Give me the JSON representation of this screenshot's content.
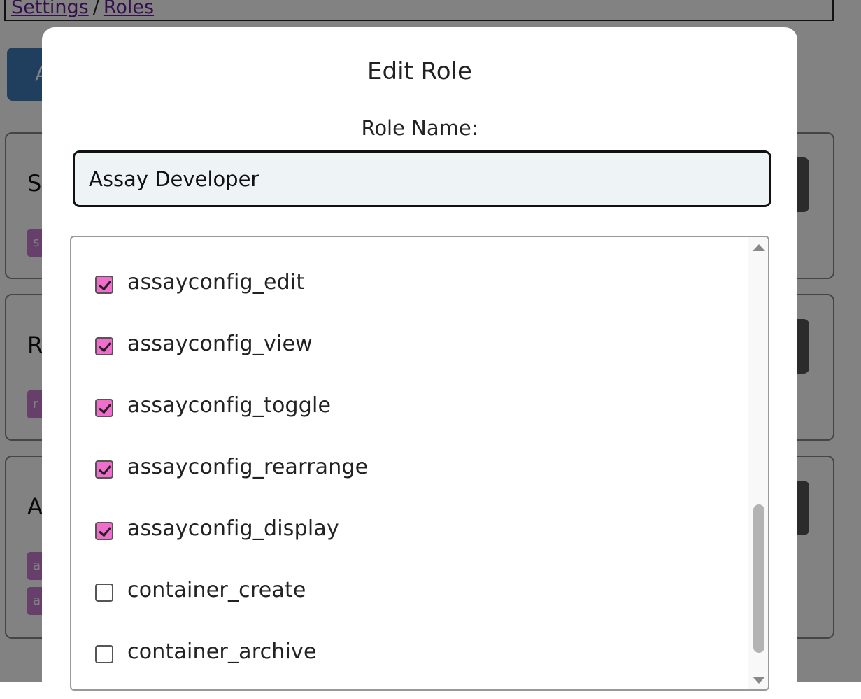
{
  "background": {
    "breadcrumb": {
      "settings": "Settings",
      "separator": "/",
      "roles": "Roles"
    },
    "add_button_label": "A",
    "cards": [
      {
        "title_letter": "S",
        "chips": [
          "s"
        ]
      },
      {
        "title_letter": "R",
        "chips": [
          "r"
        ]
      },
      {
        "title_letter": "A",
        "chips": [
          "a",
          "a"
        ]
      }
    ]
  },
  "modal": {
    "title": "Edit Role",
    "role_name_label": "Role Name:",
    "role_name_value": "Assay Developer",
    "permissions": [
      {
        "name": "assayconfig_edit",
        "checked": true
      },
      {
        "name": "assayconfig_view",
        "checked": true
      },
      {
        "name": "assayconfig_toggle",
        "checked": true
      },
      {
        "name": "assayconfig_rearrange",
        "checked": true
      },
      {
        "name": "assayconfig_display",
        "checked": true
      },
      {
        "name": "container_create",
        "checked": false
      },
      {
        "name": "container_archive",
        "checked": false
      }
    ]
  },
  "colors": {
    "checkbox_checked": "#f06ecb",
    "input_background": "#eef3f5",
    "link": "#6a1b9a",
    "overlay": "rgba(0,0,0,0.49)"
  },
  "icons": {
    "scroll_up": "triangle-up-icon",
    "scroll_down": "triangle-down-icon",
    "checkmark": "checkmark-icon"
  }
}
